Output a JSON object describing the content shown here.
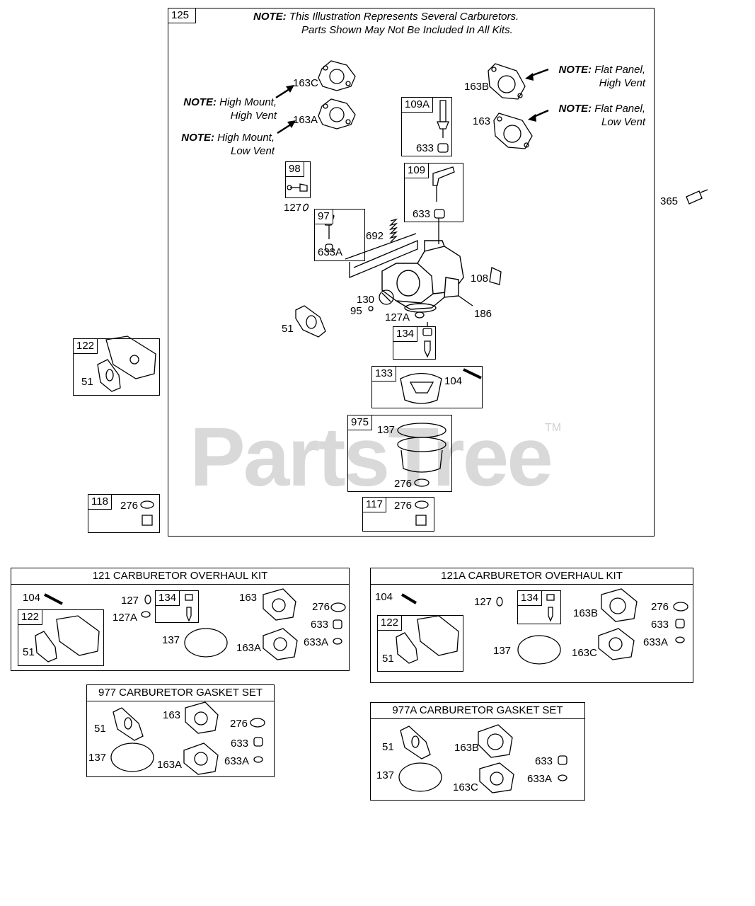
{
  "watermark": {
    "brand": "PartsTree",
    "tm": "TM"
  },
  "main_panel": {
    "ref": "125",
    "note_heading": "NOTE:",
    "note_line1": "This Illustration Represents Several Carburetors.",
    "note_line2": "Parts Shown May Not Be Included In All Kits."
  },
  "notes": {
    "high_mount_high_vent": {
      "heading": "NOTE:",
      "line1": "High Mount,",
      "line2": "High Vent"
    },
    "high_mount_low_vent": {
      "heading": "NOTE:",
      "line1": "High Mount,",
      "line2": "Low Vent"
    },
    "flat_panel_high_vent": {
      "heading": "NOTE:",
      "line1": "Flat Panel,",
      "line2": "High Vent"
    },
    "flat_panel_low_vent": {
      "heading": "NOTE:",
      "line1": "Flat Panel,",
      "line2": "Low Vent"
    }
  },
  "parts": {
    "p163C": "163C",
    "p163A": "163A",
    "p163B": "163B",
    "p163": "163",
    "p109A": "109A",
    "p633_109A": "633",
    "p109": "109",
    "p633_109": "633",
    "p98": "98",
    "p127": "127",
    "p97": "97",
    "p633A": "633A",
    "p692": "692",
    "p108": "108",
    "p130": "130",
    "p95": "95",
    "p127A": "127A",
    "p186": "186",
    "p51": "51",
    "p134": "134",
    "p133": "133",
    "p104": "104",
    "p975": "975",
    "p137": "137",
    "p276": "276",
    "p117": "117",
    "p276_117": "276",
    "p365": "365"
  },
  "side_boxes": {
    "b122": {
      "ref": "122",
      "part": "51"
    },
    "b118": {
      "ref": "118",
      "part": "276"
    }
  },
  "kit121": {
    "title": "121 CARBURETOR OVERHAUL KIT",
    "p104": "104",
    "p122": "122",
    "p51": "51",
    "p127": "127",
    "p127A": "127A",
    "p134": "134",
    "p137": "137",
    "p163": "163",
    "p163A": "163A",
    "p276": "276",
    "p633": "633",
    "p633A": "633A"
  },
  "kit121A": {
    "title": "121A CARBURETOR OVERHAUL KIT",
    "p104": "104",
    "p122": "122",
    "p51": "51",
    "p127": "127",
    "p134": "134",
    "p137": "137",
    "p163B": "163B",
    "p163C": "163C",
    "p276": "276",
    "p633": "633",
    "p633A": "633A"
  },
  "kit977": {
    "title": "977 CARBURETOR GASKET SET",
    "p51": "51",
    "p137": "137",
    "p163": "163",
    "p163A": "163A",
    "p276": "276",
    "p633": "633",
    "p633A": "633A"
  },
  "kit977A": {
    "title": "977A CARBURETOR GASKET SET",
    "p51": "51",
    "p137": "137",
    "p163B": "163B",
    "p163C": "163C",
    "p633": "633",
    "p633A": "633A"
  }
}
